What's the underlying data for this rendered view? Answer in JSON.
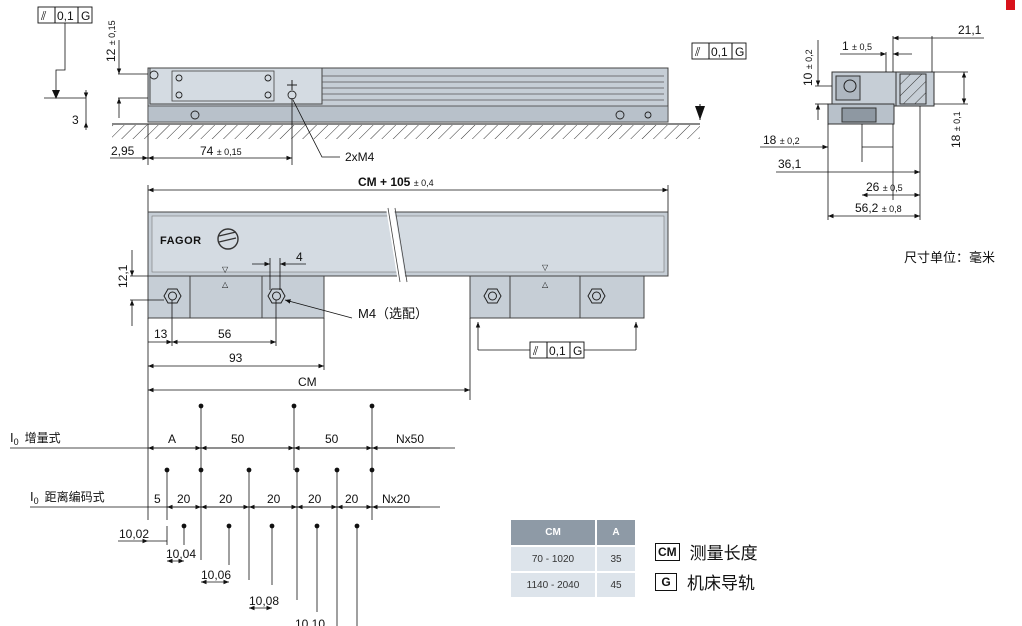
{
  "side_view": {
    "tolerance_left": {
      "sym": "⫽",
      "value": "0,1",
      "datum": "G"
    },
    "tolerance_right": {
      "sym": "⫽",
      "value": "0,1",
      "datum": "G"
    },
    "dim_height": "12",
    "dim_height_tol": "± 0,15",
    "dim_3": "3",
    "dim_2_95": "2,95",
    "dim_74": "74",
    "dim_74_tol": "± 0,15",
    "thread_label": "2xM4"
  },
  "section_view": {
    "dim_21_1": "21,1",
    "dim_1": "1",
    "dim_1_tol": "± 0,5",
    "dim_10": "10",
    "dim_10_tol": "± 0,2",
    "dim_18a": "18",
    "dim_18a_tol": "± 0,2",
    "dim_18b": "18",
    "dim_18b_tol": "± 0,1",
    "dim_36_1": "36,1",
    "dim_26": "26",
    "dim_26_tol": "± 0,5",
    "dim_56_2": "56,2",
    "dim_56_2_tol": "± 0,8"
  },
  "top_view": {
    "dim_overall": "CM + 105",
    "dim_overall_tol": "± 0,4",
    "brand": "FAGOR",
    "dim_12_1": "12,1",
    "dim_4": "4",
    "thread_note": "M4（选配）",
    "dim_13": "13",
    "dim_56": "56",
    "dim_93": "93",
    "dim_cm": "CM",
    "tolerance": {
      "sym": "⫽",
      "value": "0,1",
      "datum": "G"
    }
  },
  "reference_marks": {
    "i0_incremental": {
      "sym": "I",
      "sub": "0",
      "label": "增量式"
    },
    "i0_distance_coded": {
      "sym": "I",
      "sub": "0",
      "label": "距离编码式"
    },
    "incremental_pitch": [
      "A",
      "50",
      "50",
      "Nx50"
    ],
    "coded_pitch": [
      "5",
      "20",
      "20",
      "20",
      "20",
      "20",
      "Nx20"
    ],
    "coded_offsets": [
      "10,02",
      "10,04",
      "10,06",
      "10,08",
      "10,10"
    ]
  },
  "units_note": "尺寸单位：毫米",
  "cm_table": {
    "headers": [
      "CM",
      "A"
    ],
    "rows": [
      [
        "70 - 1020",
        "35"
      ],
      [
        "1140 - 2040",
        "45"
      ]
    ]
  },
  "legend": [
    {
      "key": "CM",
      "text": "测量长度"
    },
    {
      "key": "G",
      "text": "机床导轨"
    }
  ]
}
